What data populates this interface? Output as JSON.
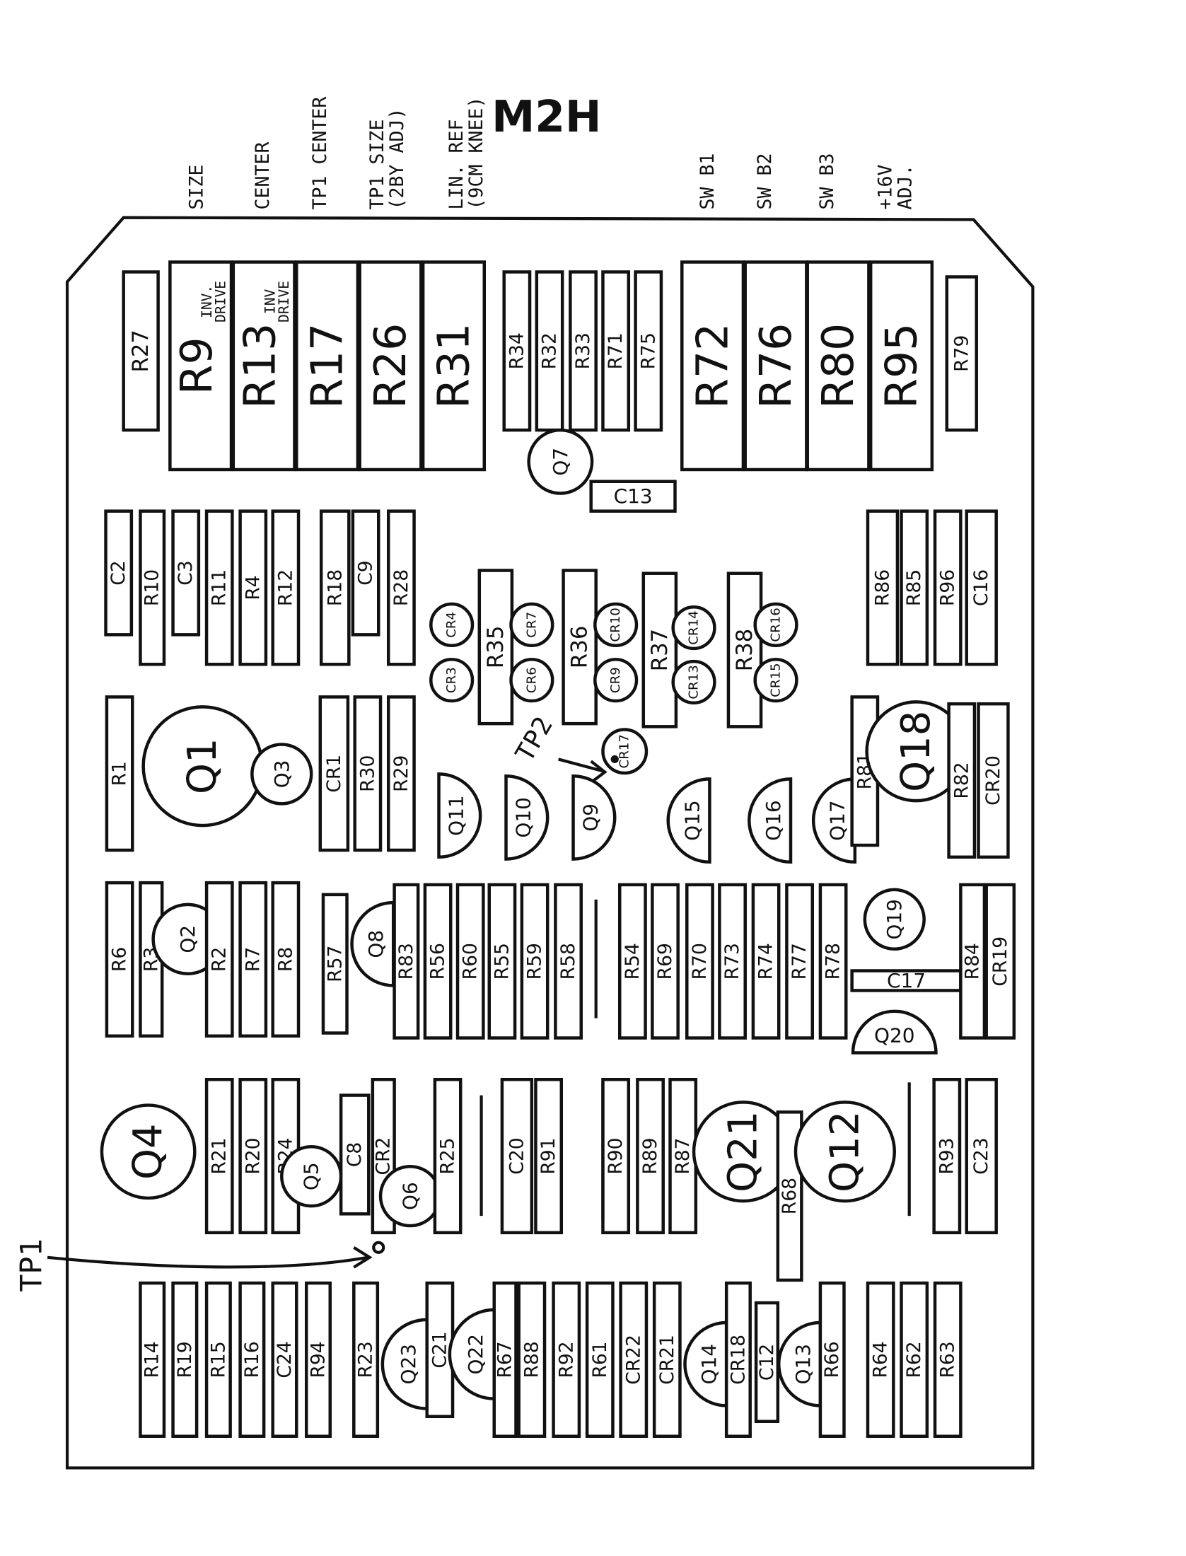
{
  "title": "M2H",
  "adjustment_labels": [
    "SIZE",
    "CENTER",
    "TP1 CENTER",
    "TP1 SIZE\n(2BY ADJ)",
    "LIN. REF\n(9CM KNEE)",
    "SW B1",
    "SW B2",
    "SW B3",
    "+16V\nADJ."
  ],
  "test_points": {
    "tp1": "TP1",
    "tp2": "TP2"
  },
  "components": [
    {
      "label": "R27"
    },
    {
      "label": "R9",
      "sub": "INV. DRIVE"
    },
    {
      "label": "R13",
      "sub": "INV DRIVE"
    },
    {
      "label": "R17"
    },
    {
      "label": "R26"
    },
    {
      "label": "R31"
    },
    {
      "label": "R34"
    },
    {
      "label": "R32"
    },
    {
      "label": "R33"
    },
    {
      "label": "R71"
    },
    {
      "label": "R75"
    },
    {
      "label": "R72"
    },
    {
      "label": "R76"
    },
    {
      "label": "R80"
    },
    {
      "label": "R95"
    },
    {
      "label": "R79"
    },
    {
      "label": "Q7"
    },
    {
      "label": "C13"
    },
    {
      "label": "C2"
    },
    {
      "label": "R10"
    },
    {
      "label": "C3"
    },
    {
      "label": "R11"
    },
    {
      "label": "R4"
    },
    {
      "label": "R12"
    },
    {
      "label": "R18"
    },
    {
      "label": "C9"
    },
    {
      "label": "R28"
    },
    {
      "label": "R35"
    },
    {
      "label": "R36"
    },
    {
      "label": "R37"
    },
    {
      "label": "R38"
    },
    {
      "label": "CR4"
    },
    {
      "label": "CR3"
    },
    {
      "label": "CR7"
    },
    {
      "label": "CR6"
    },
    {
      "label": "CR10"
    },
    {
      "label": "CR9"
    },
    {
      "label": "CR14"
    },
    {
      "label": "CR13"
    },
    {
      "label": "CR16"
    },
    {
      "label": "CR15"
    },
    {
      "label": "R86"
    },
    {
      "label": "R85"
    },
    {
      "label": "R96"
    },
    {
      "label": "C16"
    },
    {
      "label": "R1"
    },
    {
      "label": "Q1"
    },
    {
      "label": "Q3"
    },
    {
      "label": "CR1"
    },
    {
      "label": "R30"
    },
    {
      "label": "R29"
    },
    {
      "label": "Q11"
    },
    {
      "label": "Q10"
    },
    {
      "label": "Q9"
    },
    {
      "label": "CR17"
    },
    {
      "label": "Q15"
    },
    {
      "label": "Q16"
    },
    {
      "label": "Q17"
    },
    {
      "label": "R81"
    },
    {
      "label": "Q18"
    },
    {
      "label": "R82"
    },
    {
      "label": "CR20"
    },
    {
      "label": "R6"
    },
    {
      "label": "R3"
    },
    {
      "label": "Q2"
    },
    {
      "label": "R2"
    },
    {
      "label": "R7"
    },
    {
      "label": "R8"
    },
    {
      "label": "R57"
    },
    {
      "label": "Q8"
    },
    {
      "label": "R83"
    },
    {
      "label": "R56"
    },
    {
      "label": "R60"
    },
    {
      "label": "R55"
    },
    {
      "label": "R59"
    },
    {
      "label": "R58"
    },
    {
      "label": "R54"
    },
    {
      "label": "R69"
    },
    {
      "label": "R70"
    },
    {
      "label": "R73"
    },
    {
      "label": "R74"
    },
    {
      "label": "R77"
    },
    {
      "label": "R78"
    },
    {
      "label": "Q19"
    },
    {
      "label": "C17"
    },
    {
      "label": "Q20"
    },
    {
      "label": "R84"
    },
    {
      "label": "CR19"
    },
    {
      "label": "Q4"
    },
    {
      "label": "R21"
    },
    {
      "label": "R20"
    },
    {
      "label": "R24"
    },
    {
      "label": "Q5"
    },
    {
      "label": "C8"
    },
    {
      "label": "CR2"
    },
    {
      "label": "Q6"
    },
    {
      "label": "R25"
    },
    {
      "label": "C20"
    },
    {
      "label": "R91"
    },
    {
      "label": "R90"
    },
    {
      "label": "R89"
    },
    {
      "label": "R87"
    },
    {
      "label": "Q21"
    },
    {
      "label": "R68"
    },
    {
      "label": "Q12"
    },
    {
      "label": "R93"
    },
    {
      "label": "C23"
    },
    {
      "label": "R14"
    },
    {
      "label": "R19"
    },
    {
      "label": "R15"
    },
    {
      "label": "R16"
    },
    {
      "label": "C24"
    },
    {
      "label": "R94"
    },
    {
      "label": "R23"
    },
    {
      "label": "Q23"
    },
    {
      "label": "C21"
    },
    {
      "label": "Q22"
    },
    {
      "label": "R67"
    },
    {
      "label": "R88"
    },
    {
      "label": "R92"
    },
    {
      "label": "R61"
    },
    {
      "label": "CR22"
    },
    {
      "label": "CR21"
    },
    {
      "label": "Q14"
    },
    {
      "label": "CR18"
    },
    {
      "label": "C12"
    },
    {
      "label": "Q13"
    },
    {
      "label": "R66"
    },
    {
      "label": "R64"
    },
    {
      "label": "R62"
    },
    {
      "label": "R63"
    }
  ]
}
